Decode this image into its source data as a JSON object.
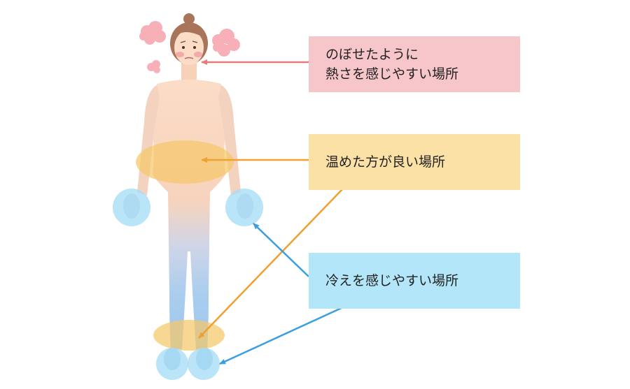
{
  "labels": {
    "heat": {
      "line1": "のぼせたように",
      "line2": "熱さを感じやすい場所",
      "fill": "#f6c6ca",
      "arrow_color": "#e87a7a"
    },
    "warm": {
      "text": "温めた方が良い場所",
      "fill": "#fbe1a6",
      "arrow_color": "#f0a030"
    },
    "cold": {
      "text": "冷えを感じやすい場所",
      "fill": "#b3e6f8",
      "arrow_color": "#3a9ee0"
    }
  },
  "zones": {
    "warm_color": "#f5c86a",
    "cold_color": "#a6dcf5",
    "heat_cloud_color": "#f7a8b0"
  }
}
